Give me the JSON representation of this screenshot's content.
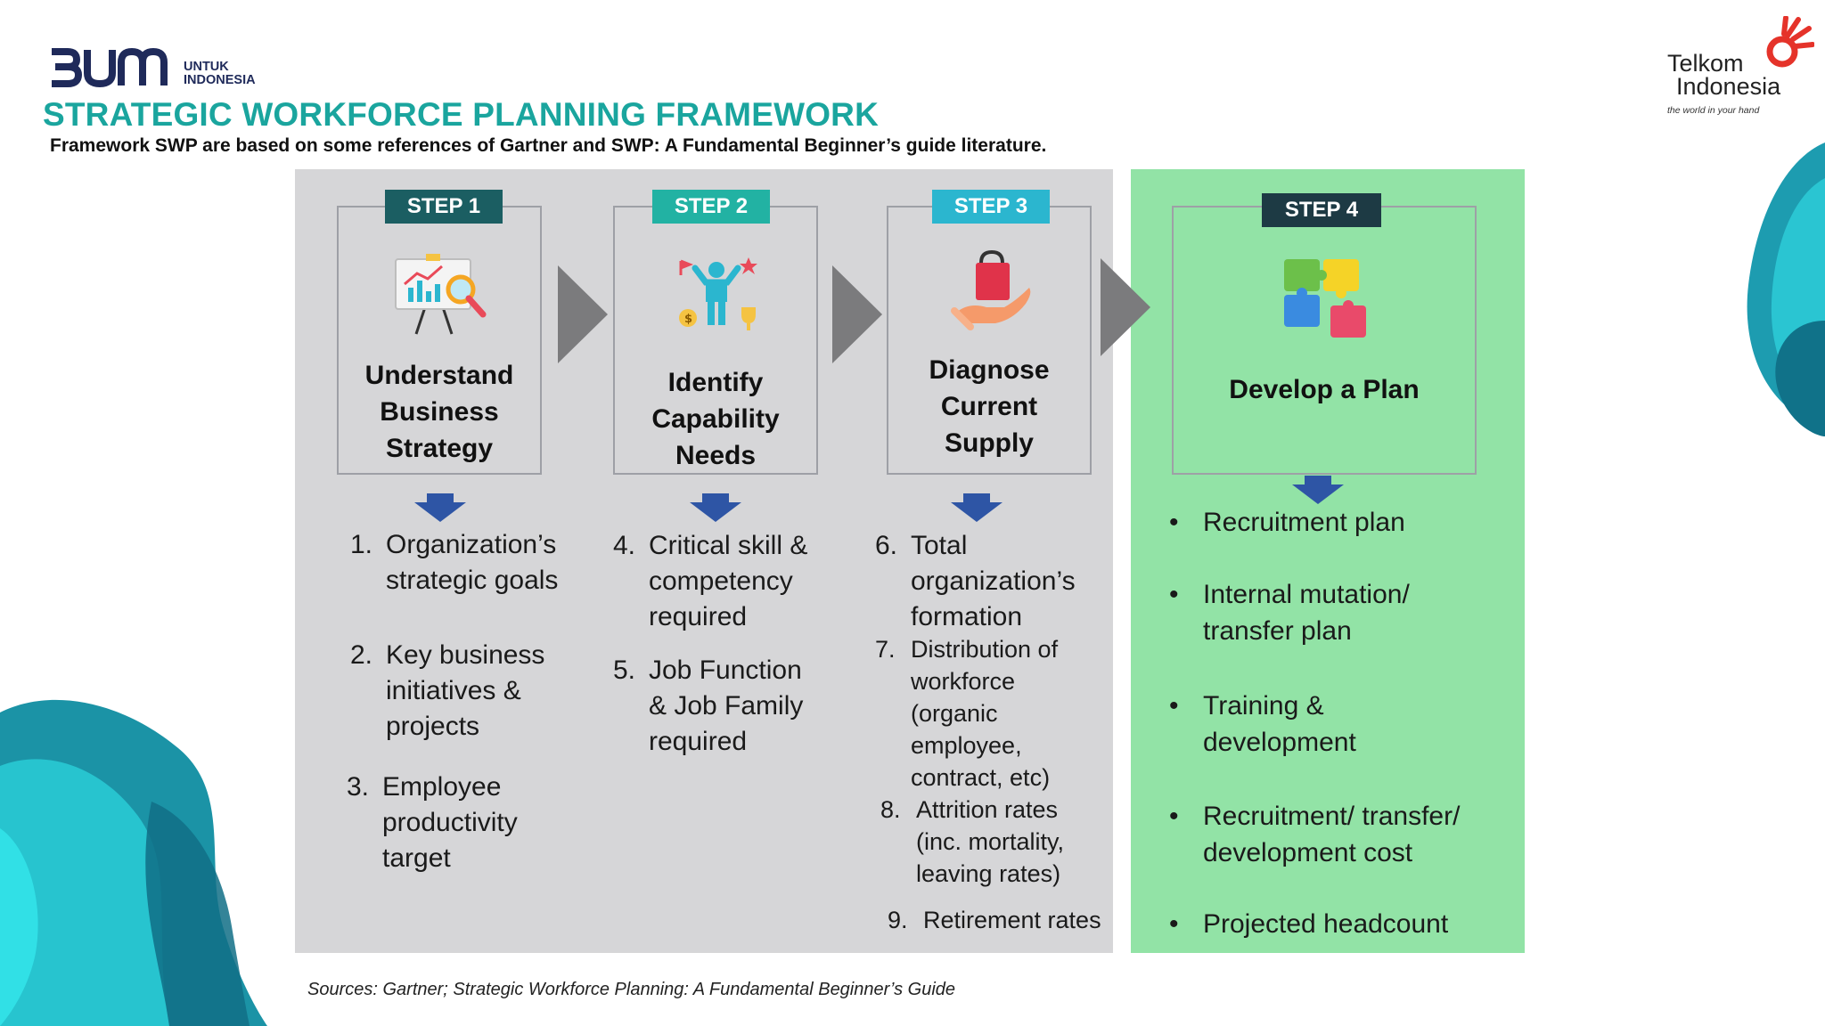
{
  "header": {
    "logo_left": {
      "mark": "BUMN",
      "line1": "UNTUK",
      "line2": "INDONESIA"
    },
    "title": "STRATEGIC WORKFORCE PLANNING FRAMEWORK",
    "subtitle": "Framework SWP are based on some references of Gartner and SWP: A Fundamental Beginner’s guide literature.",
    "logo_right": {
      "line1": "Telkom",
      "line2": "Indonesia",
      "tagline": "the world in your hand"
    }
  },
  "colors": {
    "title": "#1aa59e",
    "step1_tag": "#1b5e62",
    "step2_tag": "#22b2a3",
    "step3_tag": "#2bb6cf",
    "step4_tag": "#1d3a44",
    "gray_panel": "#d6d6d8",
    "green_panel": "#92e3a6",
    "arrow_down": "#2e55a5",
    "chevron": "#7b7b7d"
  },
  "steps": [
    {
      "tag": "STEP 1",
      "title_lines": [
        "Understand",
        "Business",
        "Strategy"
      ],
      "icon": "presentation-chart-icon",
      "items": [
        {
          "num": "1.",
          "lines": [
            "Organization’s",
            "strategic goals"
          ]
        },
        {
          "num": "2.",
          "lines": [
            "Key business",
            "initiatives &",
            "projects"
          ]
        },
        {
          "num": "3.",
          "lines": [
            "Employee",
            "productivity",
            "target"
          ]
        }
      ]
    },
    {
      "tag": "STEP 2",
      "title_lines": [
        "Identify",
        "Capability",
        "Needs"
      ],
      "icon": "person-skills-icon",
      "items": [
        {
          "num": "4.",
          "lines": [
            "Critical skill &",
            "competency",
            "required"
          ]
        },
        {
          "num": "5.",
          "lines": [
            "Job Function",
            "& Job Family",
            "required"
          ]
        }
      ]
    },
    {
      "tag": "STEP 3",
      "title_lines": [
        "Diagnose",
        "Current",
        "Supply"
      ],
      "icon": "hand-bag-icon",
      "items": [
        {
          "num": "6.",
          "lines": [
            "Total",
            "organization’s",
            "formation"
          ]
        },
        {
          "num": "7.",
          "lines": [
            "Distribution of",
            "workforce",
            "(organic",
            "employee,",
            "contract, etc)"
          ]
        },
        {
          "num": "8.",
          "lines": [
            "Attrition rates",
            "(inc. mortality,",
            "leaving rates)"
          ]
        },
        {
          "num": "9.",
          "lines": [
            "Retirement rates"
          ]
        }
      ]
    },
    {
      "tag": "STEP 4",
      "title_lines": [
        "Develop a Plan"
      ],
      "icon": "puzzle-icon",
      "bullets": [
        {
          "lines": [
            "Recruitment plan"
          ]
        },
        {
          "lines": [
            "Internal mutation/",
            "transfer plan"
          ]
        },
        {
          "lines": [
            "Training &",
            "development"
          ]
        },
        {
          "lines": [
            "Recruitment/ transfer/",
            "development cost"
          ]
        },
        {
          "lines": [
            "Projected headcount"
          ]
        }
      ]
    }
  ],
  "source": "Sources: Gartner; Strategic Workforce Planning: A Fundamental Beginner’s Guide"
}
